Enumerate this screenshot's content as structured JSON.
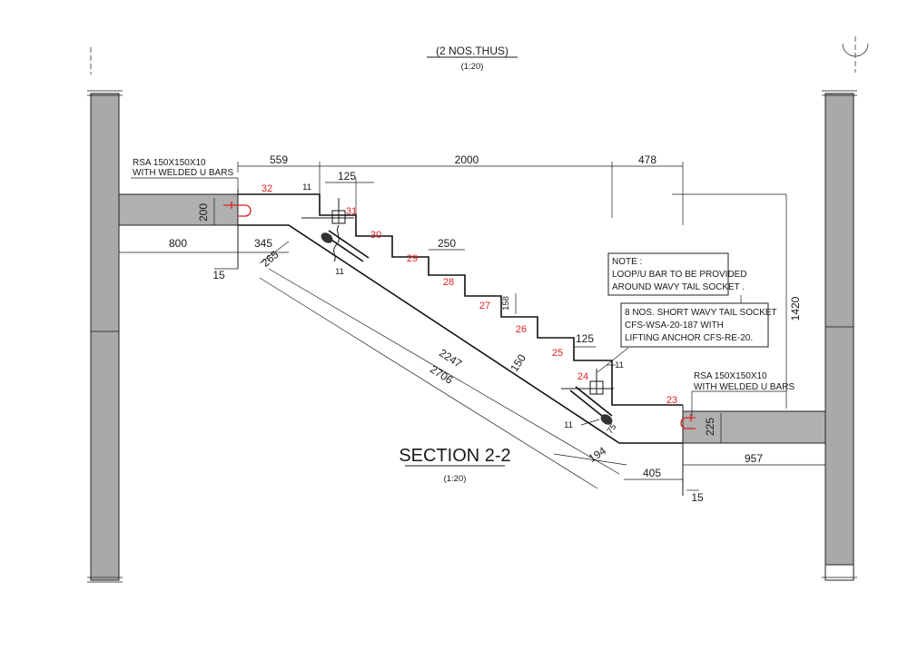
{
  "drawing": {
    "top_title_fragment": "(2 NOS.THUS)",
    "top_scale": "(1:20)",
    "section_title": "SECTION 2-2",
    "section_scale": "(1:20)"
  },
  "labels": {
    "rsa_top_line1": "RSA 150X150X10",
    "rsa_top_line2": "WITH WELDED U BARS",
    "rsa_bottom_line1": "RSA 150X150X10",
    "rsa_bottom_line2": "WITH WELDED U BARS"
  },
  "notes": {
    "note_line1": "NOTE :",
    "note_line2": "LOOP/U BAR TO BE PROVIDED",
    "note_line3": "AROUND WAVY TAIL SOCKET .",
    "socket_line1": "8 NOS. SHORT WAVY TAIL SOCKET",
    "socket_line2": "CFS-WSA-20-187 WITH",
    "socket_line3": "LIFTING ANCHOR CFS-RE-20."
  },
  "dimensions": {
    "d559": "559",
    "d2000": "2000",
    "d478": "478",
    "d125_top": "125",
    "d11_top": "11",
    "d200": "200",
    "d800": "800",
    "d345": "345",
    "d265": "265",
    "d11_mid": "11",
    "d15_left": "15",
    "d250": "250",
    "d158": "158",
    "d1420": "1420",
    "d2247": "2247",
    "d2706": "2706",
    "d150": "150",
    "d125_bottom": "125",
    "d11_right": "11",
    "d11_bottom": "11",
    "d75": "75",
    "d194": "194",
    "d225": "225",
    "d405": "405",
    "d957": "957",
    "d15_bottom": "15"
  },
  "step_numbers": [
    "32",
    "31",
    "30",
    "29",
    "28",
    "27",
    "26",
    "25",
    "24",
    "23"
  ],
  "colors": {
    "line": "#1a1a1a",
    "wall_fill": "#a9a9a9",
    "step_number": "#e01f1f"
  }
}
